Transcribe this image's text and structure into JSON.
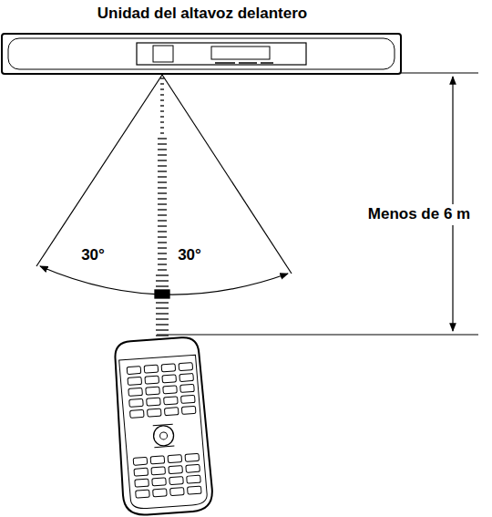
{
  "diagram": {
    "labels": [
      "Unidad del altavoz delantero",
      "30°",
      "30°",
      "Menos de 6 m"
    ]
  }
}
